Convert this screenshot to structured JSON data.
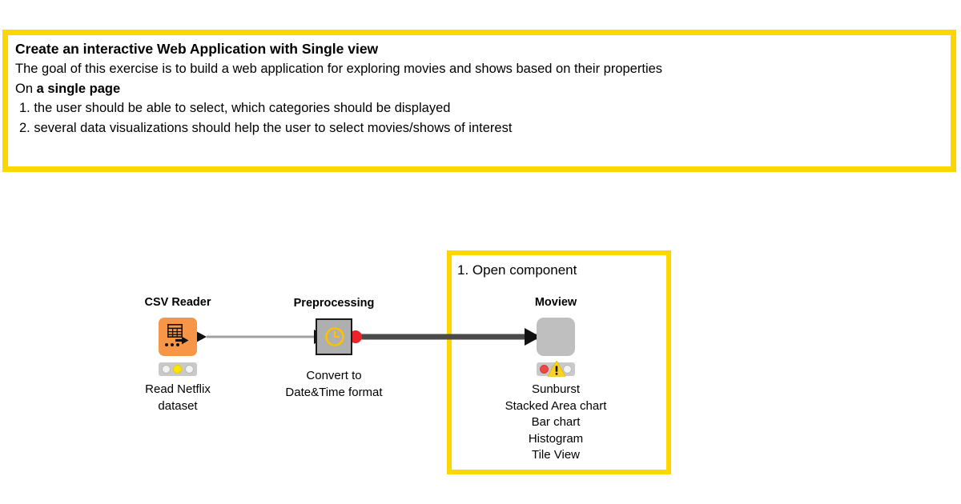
{
  "colors": {
    "annotation_border": "#FFD700",
    "csv_node": "#F79646",
    "metanode": "#AFAFAF",
    "component_node": "#BFBFBF",
    "connection_thin": "#A0A0A0",
    "connection_thick": "#4A4A4A",
    "status_red": "#ED4747",
    "status_yellow": "#FFE600",
    "warning": "#FFD320"
  },
  "header_annotation": {
    "title": "Create an interactive Web Application with Single view",
    "description": "The goal of this exercise is to build a web application for exploring movies and shows based on their properties",
    "on_prefix": "On ",
    "on_bold": "a single page",
    "bullets": [
      "1. the user should be able to select, which categories should be displayed",
      "2. several data visualizations should help the user to select movies/shows of interest"
    ]
  },
  "component_annotation": {
    "label": "1. Open component"
  },
  "workflow": {
    "nodes": [
      {
        "id": "csv-reader",
        "title": "CSV Reader",
        "icon": "csv-reader-icon",
        "subtitle_lines": [
          "Read Netflix",
          "dataset"
        ],
        "status": {
          "red": "off",
          "yellow": "on",
          "green": "off"
        },
        "has_status_bar": true,
        "has_warning": false
      },
      {
        "id": "preprocessing",
        "title": "Preprocessing",
        "icon": "clock-metanode-icon",
        "subtitle_lines": [
          "Convert to",
          "Date&Time format"
        ],
        "has_status_bar": false,
        "has_warning": false
      },
      {
        "id": "moview",
        "title": "Moview",
        "icon": "component-icon",
        "subtitle_lines": [
          "Sunburst",
          "Stacked Area chart",
          "Bar chart",
          "Histogram",
          "Tile View"
        ],
        "status": {
          "red": "on",
          "yellow": "off",
          "green": "off"
        },
        "has_status_bar": true,
        "has_warning": true
      }
    ],
    "connections": [
      {
        "id": "csv-to-preprocessing",
        "style": "thin"
      },
      {
        "id": "preprocessing-to-moview",
        "style": "thick"
      }
    ]
  }
}
